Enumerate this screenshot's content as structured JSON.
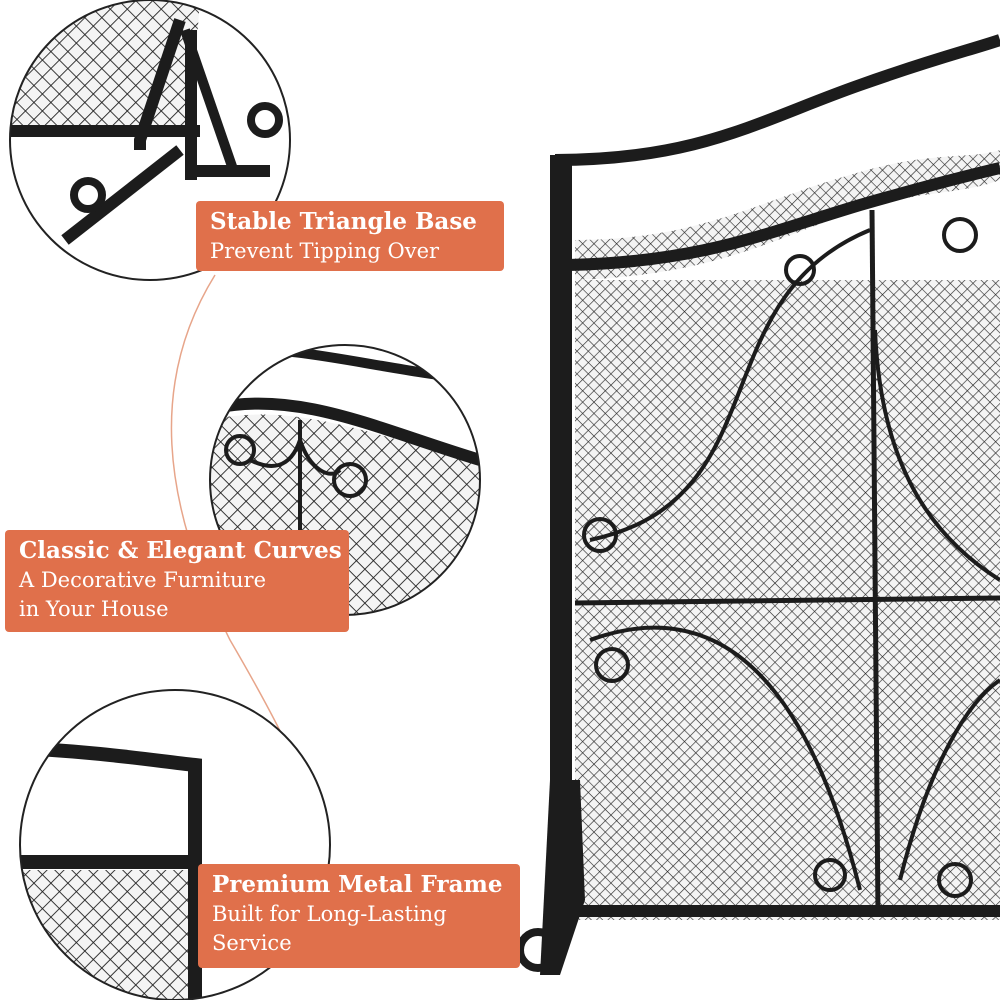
{
  "features": [
    {
      "title": "Stable Triangle Base",
      "subtitle_lines": [
        "Prevent Tipping Over"
      ]
    },
    {
      "title": "Classic & Elegant Curves",
      "subtitle_lines": [
        "A Decorative Furniture",
        "in Your House"
      ]
    },
    {
      "title": "Premium Metal Frame",
      "subtitle_lines": [
        "Built for Long-Lasting",
        "Service"
      ]
    }
  ],
  "colors": {
    "label_bg": "#e0704b",
    "frame": "#1c1c1c",
    "connector": "#e7a58a"
  }
}
